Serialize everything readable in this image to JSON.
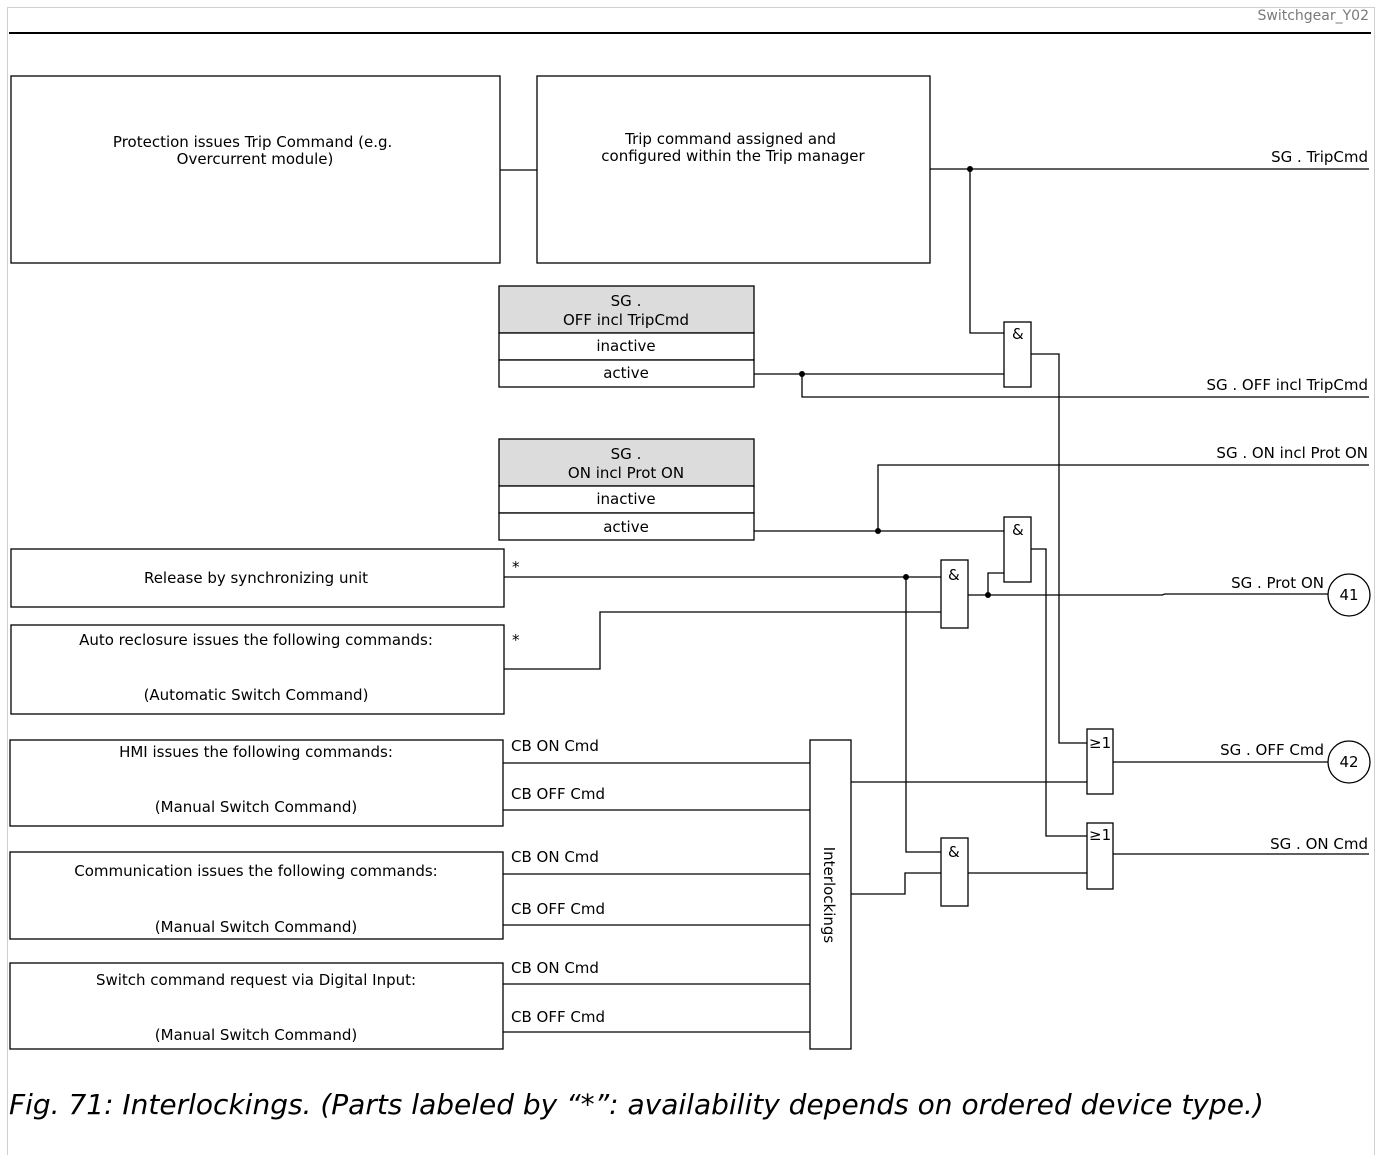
{
  "header": {
    "doc_id": "Switchgear_Y02"
  },
  "blocks": {
    "protection": "Protection issues Trip Command (e.g. Overcurrent module)",
    "trip_manager": "Trip command assigned and configured within the Trip manager",
    "release_sync": "Release by synchronizing unit",
    "auto_reclosure_title": "Auto reclosure issues the following commands:",
    "auto_reclosure_sub": "(Automatic Switch Command)",
    "hmi_title": "HMI issues the following commands:",
    "hmi_sub": "(Manual Switch Command)",
    "comm_title": "Communication issues the following commands:",
    "comm_sub": "(Manual Switch Command)",
    "di_title": "Switch command request via Digital Input:",
    "di_sub": "(Manual Switch Command)",
    "interlockings": "Interlockings"
  },
  "params": {
    "off_incl_tripcmd": {
      "title_line1": "SG .",
      "title_line2": "OFF incl TripCmd",
      "options": [
        "inactive",
        "active"
      ]
    },
    "on_incl_prot_on": {
      "title_line1": "SG .",
      "title_line2": "ON incl Prot ON",
      "options": [
        "inactive",
        "active"
      ]
    }
  },
  "gates": {
    "and": "&",
    "or": "≥1"
  },
  "signals": {
    "tripcmd": "SG . TripCmd",
    "off_incl_tripcmd": "SG . OFF incl TripCmd",
    "on_incl_prot_on": "SG . ON incl Prot ON",
    "prot_on": "SG . Prot ON",
    "off_cmd": "SG . OFF Cmd",
    "on_cmd": "SG . ON Cmd",
    "cb_on": "CB ON Cmd",
    "cb_off": "CB OFF Cmd",
    "star": "*"
  },
  "references": {
    "prot_on": "41",
    "off_cmd": "42"
  },
  "caption": "Fig. 71: Interlockings. (Parts labeled by “*”: availability depends on ordered device type.)"
}
